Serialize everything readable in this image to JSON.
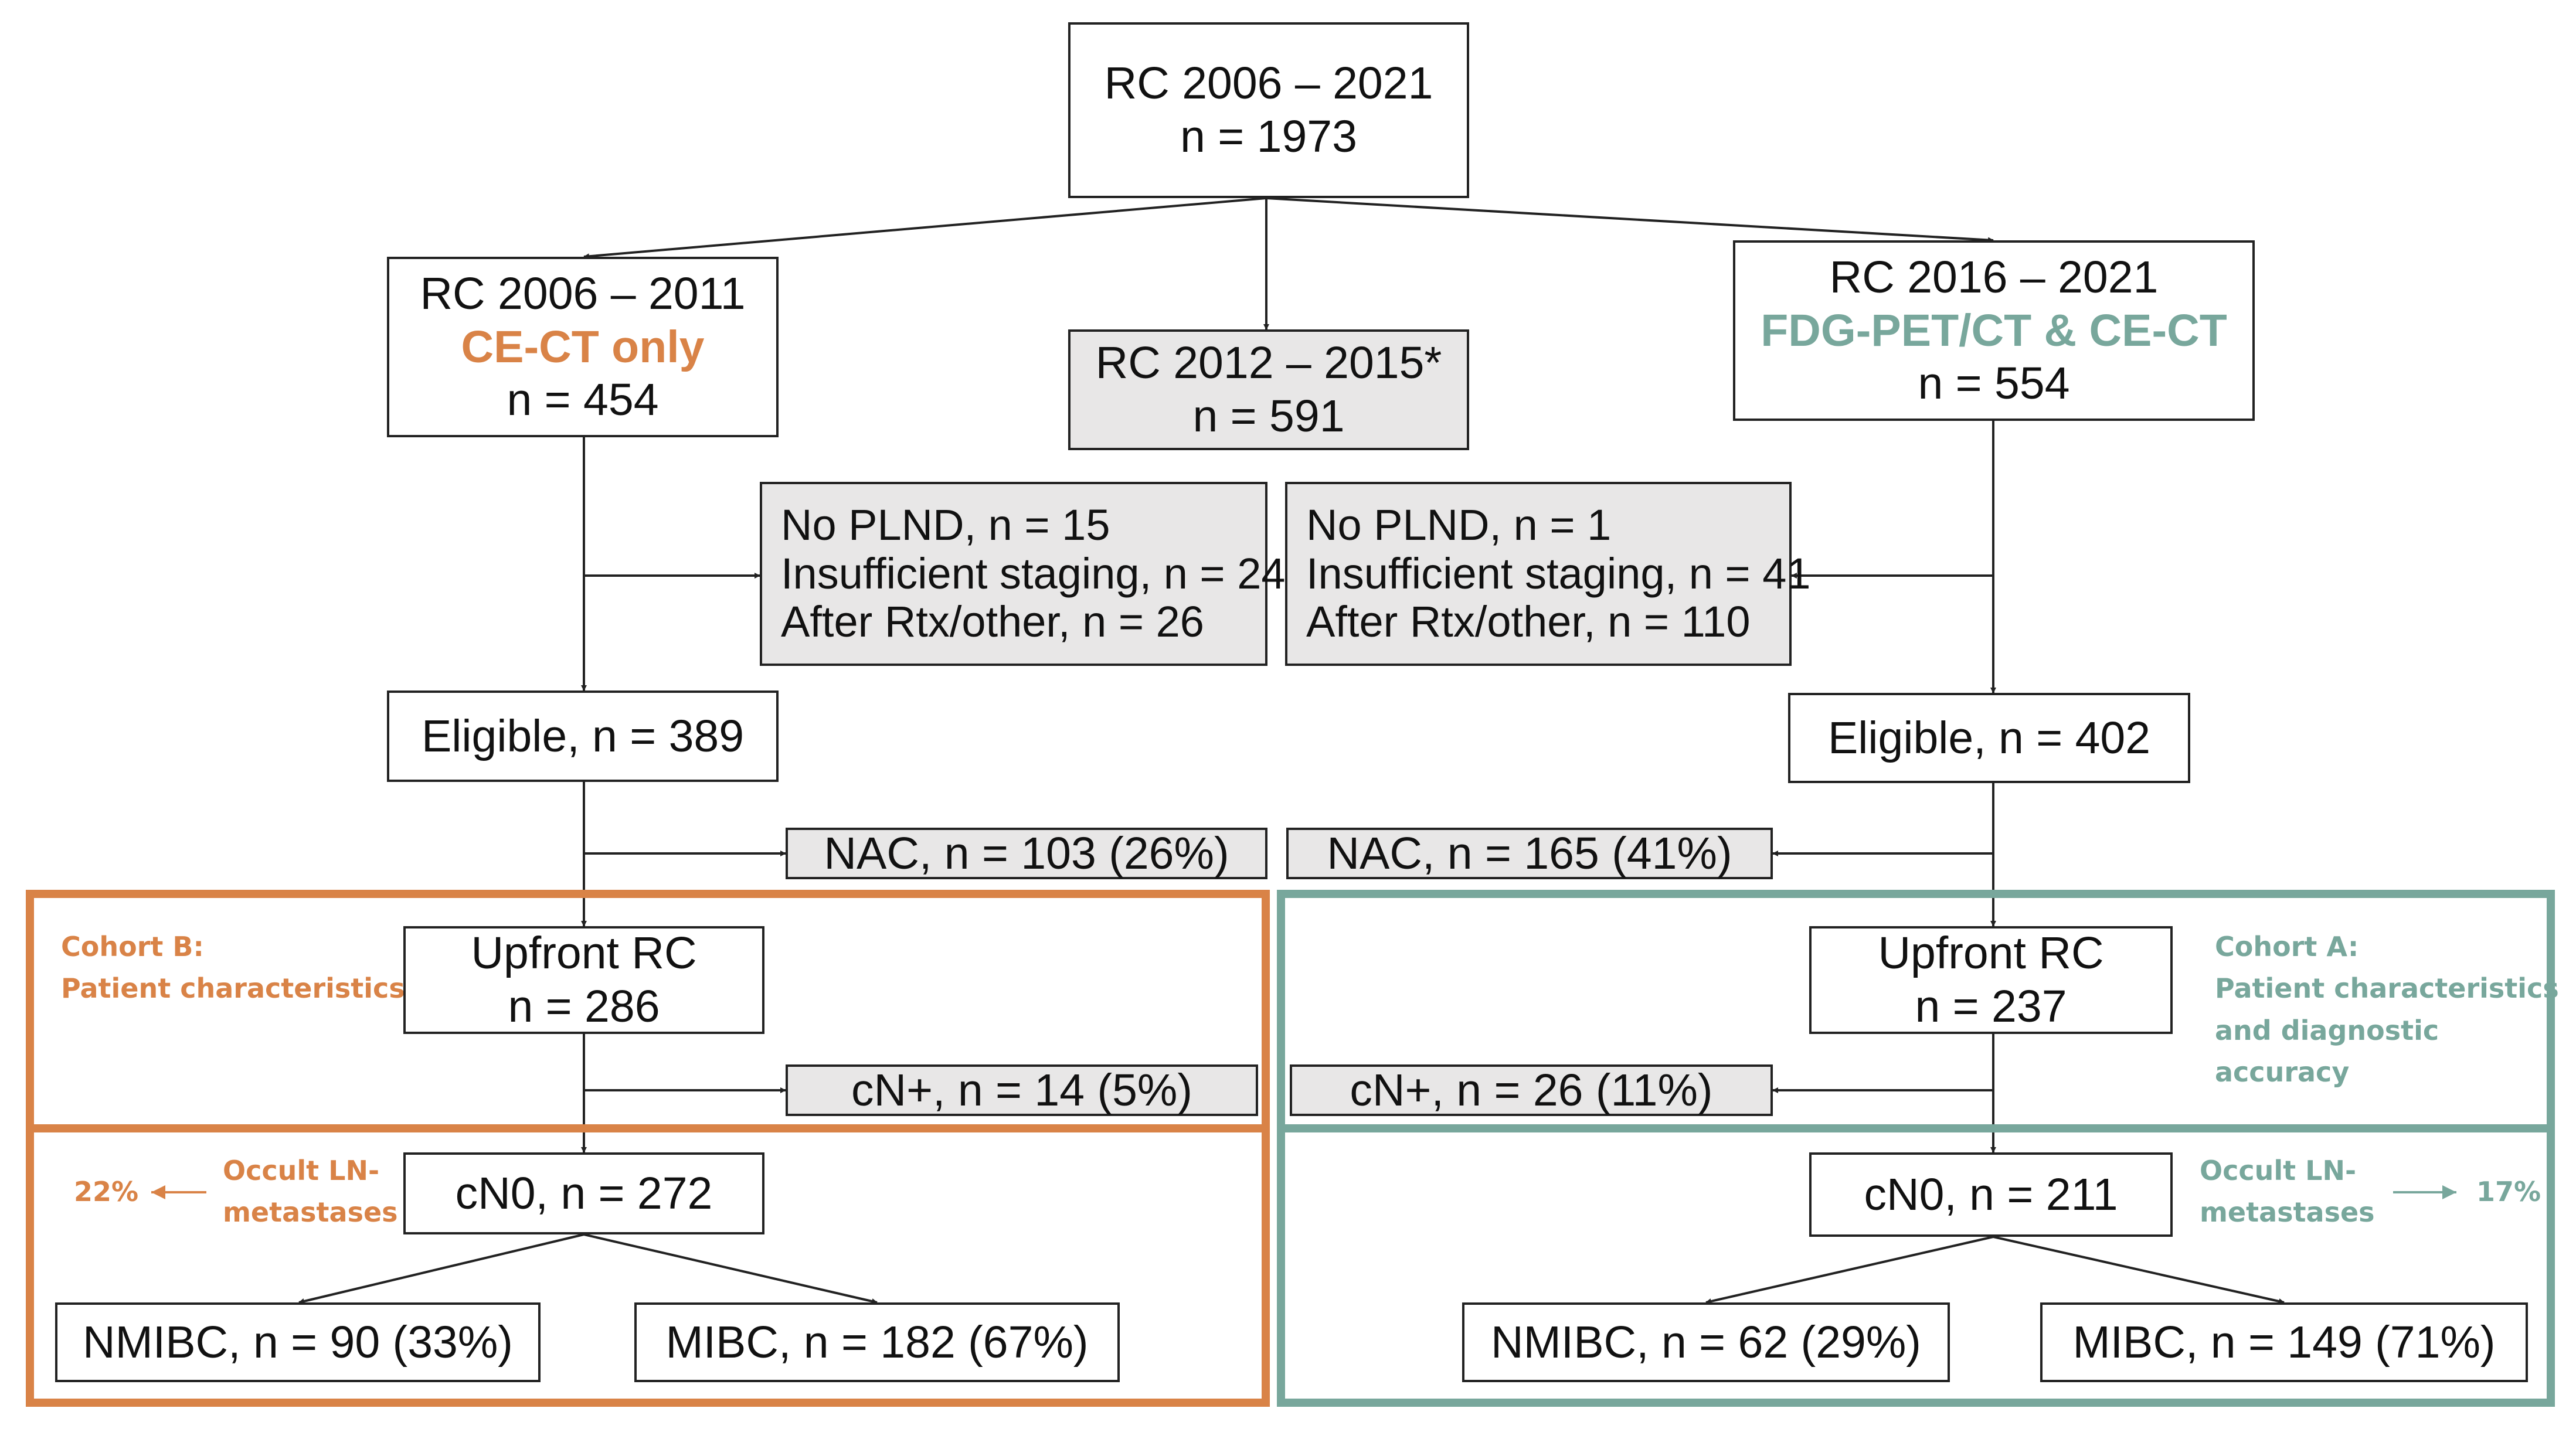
{
  "colors": {
    "cohort_b": "#d98347",
    "cohort_a": "#78a79c",
    "box_fill_gray": "#e8e7e7",
    "line": "#222222"
  },
  "top": {
    "line1": "RC 2006 – 2021",
    "line2": "n = 1973"
  },
  "left_period": {
    "line1": "RC 2006 – 2011",
    "highlight": "CE-CT only",
    "line3": "n = 454"
  },
  "middle_period": {
    "line1": "RC 2012 – 2015*",
    "line2": "n = 591"
  },
  "right_period": {
    "line1": "RC 2016 – 2021",
    "highlight": "FDG-PET/CT & CE-CT",
    "line3": "n = 554"
  },
  "left_exclusions": {
    "line1": "No PLND, n = 15",
    "line2": "Insufficient staging, n = 24",
    "line3": "After Rtx/other, n = 26"
  },
  "right_exclusions": {
    "line1": "No PLND, n = 1",
    "line2": "Insufficient staging, n = 41",
    "line3": "After Rtx/other, n = 110"
  },
  "left_eligible": "Eligible, n = 389",
  "right_eligible": "Eligible, n = 402",
  "left_nac": "NAC, n = 103 (26%)",
  "right_nac": "NAC, n = 165 (41%)",
  "left_upfront": {
    "line1": "Upfront RC",
    "line2": "n = 286"
  },
  "right_upfront": {
    "line1": "Upfront RC",
    "line2": "n = 237"
  },
  "left_cnplus": "cN+, n = 14 (5%)",
  "right_cnplus": "cN+, n = 26 (11%)",
  "left_cn0": "cN0, n = 272",
  "right_cn0": "cN0, n = 211",
  "left_nmibc": "NMIBC, n = 90 (33%)",
  "left_mibc": "MIBC, n = 182 (67%)",
  "right_nmibc": "NMIBC, n = 62 (29%)",
  "right_mibc": "MIBC, n = 149 (71%)",
  "cohort_b": {
    "line1": "Cohort B:",
    "line2": "Patient characteristics"
  },
  "cohort_a": {
    "line1": "Cohort A:",
    "line2": "Patient characteristics",
    "line3": "and diagnostic",
    "line4": "accuracy"
  },
  "left_occult": {
    "line1": "Occult LN-",
    "line2": "metastases",
    "percent": "22%"
  },
  "right_occult": {
    "line1": "Occult LN-",
    "line2": "metastases",
    "percent": "17%"
  }
}
